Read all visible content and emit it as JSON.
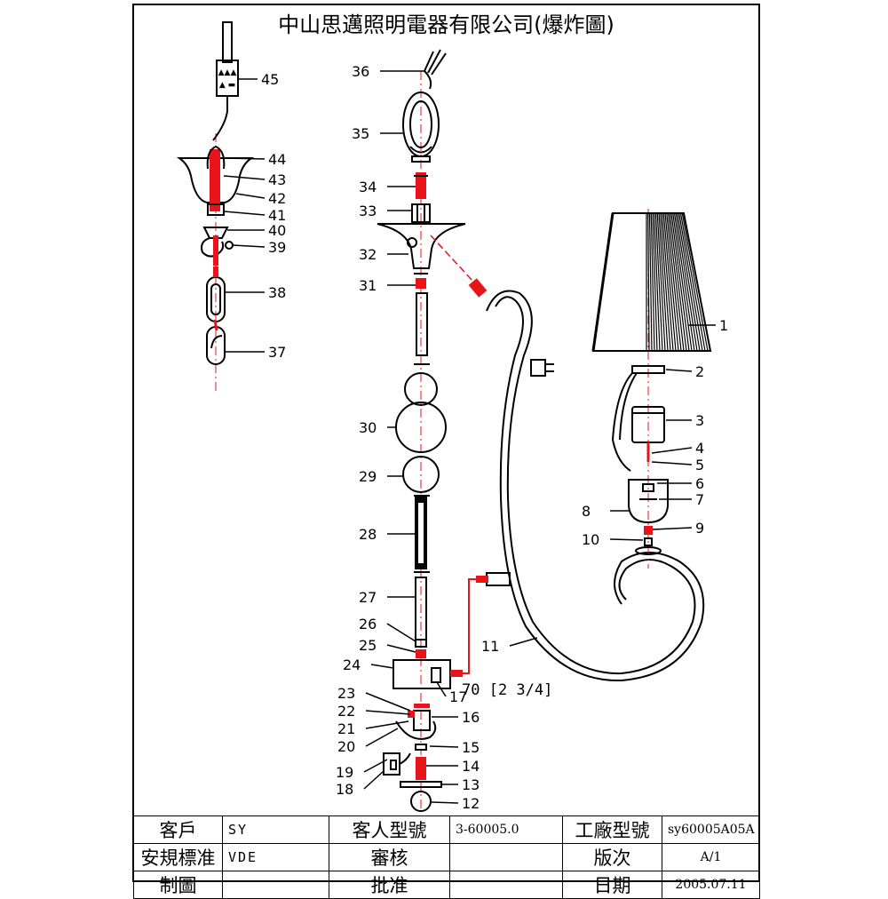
{
  "title": "中山思邁照明電器有限公司(爆炸圖)",
  "annotation": "70 [2 3/4]",
  "part_numbers": [
    "1",
    "2",
    "3",
    "4",
    "5",
    "6",
    "7",
    "8",
    "9",
    "10",
    "11",
    "12",
    "13",
    "14",
    "15",
    "16",
    "17",
    "18",
    "19",
    "20",
    "21",
    "22",
    "23",
    "24",
    "25",
    "26",
    "27",
    "28",
    "29",
    "30",
    "31",
    "32",
    "33",
    "34",
    "35",
    "36",
    "37",
    "38",
    "39",
    "40",
    "41",
    "42",
    "43",
    "44",
    "45"
  ],
  "title_block": {
    "rows": [
      [
        {
          "label": "客戶"
        },
        {
          "value": "SY"
        },
        {
          "label": "客人型號"
        },
        {
          "value": "3-60005.0"
        },
        {
          "label": "工廠型號"
        },
        {
          "value": "sy60005A05A"
        }
      ],
      [
        {
          "label": "安規標准"
        },
        {
          "value": "VDE"
        },
        {
          "label": "審核"
        },
        {
          "value": ""
        },
        {
          "label": "版次"
        },
        {
          "value": "A/1"
        }
      ],
      [
        {
          "label": "制圖"
        },
        {
          "value": ""
        },
        {
          "label": "批准"
        },
        {
          "value": ""
        },
        {
          "label": "日期"
        },
        {
          "value": "2005.07.11"
        }
      ]
    ]
  },
  "colors": {
    "line": "#000000",
    "highlight": "#e8141a",
    "dash": "#e8141a"
  }
}
